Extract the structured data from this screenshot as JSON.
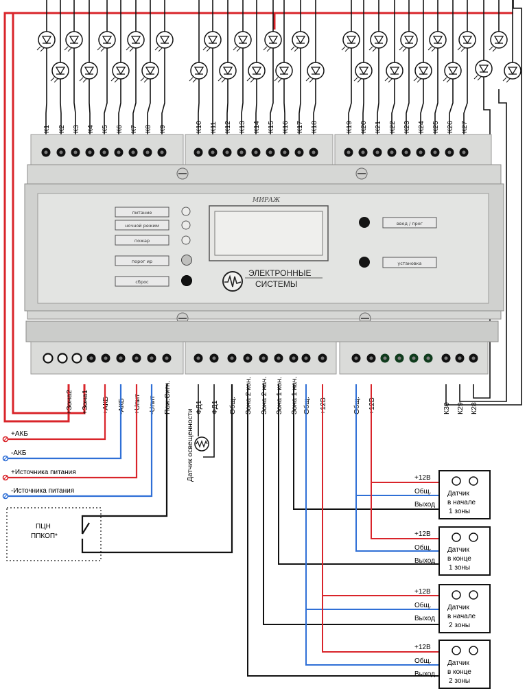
{
  "colors": {
    "red": "#d9242a",
    "blue": "#2f6fd6",
    "black": "#111111",
    "device": "#d6d7d5",
    "device_dark": "#bfc0be",
    "label_bg": "#e9e9e9"
  },
  "relay_top_groups": [
    [
      "К1",
      "К2",
      "К3",
      "К4",
      "К5",
      "К6",
      "К7",
      "К8",
      "К9"
    ],
    [
      "К10",
      "К11",
      "К12",
      "К13",
      "К14",
      "К15",
      "К16",
      "К17",
      "К18"
    ],
    [
      "К19",
      "К20",
      "К21",
      "К22",
      "К23",
      "К24",
      "К25",
      "К26",
      "К27"
    ]
  ],
  "device": {
    "brand": "МИРАЖ",
    "logo_line1": "ЭЛЕКТРОННЫЕ",
    "logo_line2": "СИСТЕМЫ",
    "indicators": [
      "питание",
      "ночной режим",
      "пожар",
      "порог ир",
      "сброс"
    ],
    "buttons": [
      "ввод / прог",
      "установка"
    ]
  },
  "bottom_terminals": {
    "group1": [
      "+Зона2",
      "+Зона1",
      "+АКБ",
      "-АКБ",
      "+Uпит",
      "-Uпит",
      "Пож.Сигн."
    ],
    "group2": [
      "ФД1",
      "ФД1",
      "Общ.",
      "Зона 2 кон.",
      "Зона 2 нач.",
      "Зона 1 кон.",
      "Зона 1 нач.",
      "Общ.",
      "+12В"
    ],
    "group3": [
      "Общ.",
      "+12В",
      "К30",
      "К29",
      "К28"
    ]
  },
  "power_labels": [
    "+АКБ",
    "-АКБ",
    "+Источника питания",
    "-Источника питания"
  ],
  "light_sensor_label": "Датчик освещенности",
  "panel_label_line1": "ПЦН",
  "panel_label_line2": "ППКОП*",
  "sensors": [
    {
      "line1": "Датчик",
      "line2": "в начале",
      "line3": "1 зоны"
    },
    {
      "line1": "Датчик",
      "line2": "в конце",
      "line3": "1 зоны"
    },
    {
      "line1": "Датчик",
      "line2": "в начале",
      "line3": "2 зоны"
    },
    {
      "line1": "Датчик",
      "line2": "в конце",
      "line3": "2 зоны"
    }
  ],
  "sensor_wire_labels": [
    "+12В",
    "Общ.",
    "Выход"
  ]
}
